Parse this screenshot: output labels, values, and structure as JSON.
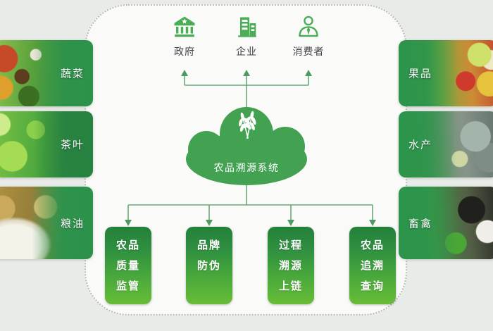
{
  "system": {
    "title": "农品溯源系统",
    "icon": "wheat-icon"
  },
  "stakeholders": [
    {
      "label": "政府",
      "icon": "government-icon"
    },
    {
      "label": "企业",
      "icon": "enterprise-icon"
    },
    {
      "label": "消费者",
      "icon": "consumer-icon"
    }
  ],
  "categories_left": [
    {
      "label": "蔬菜"
    },
    {
      "label": "茶叶"
    },
    {
      "label": "粮油"
    }
  ],
  "categories_right": [
    {
      "label": "果品"
    },
    {
      "label": "水产"
    },
    {
      "label": "畜禽"
    }
  ],
  "modules": [
    {
      "lines": [
        "农品",
        "质量",
        "监管"
      ]
    },
    {
      "lines": [
        "品牌",
        "防伪"
      ]
    },
    {
      "lines": [
        "过程",
        "溯源",
        "上链"
      ]
    },
    {
      "lines": [
        "农品",
        "追溯",
        "查询"
      ]
    }
  ],
  "colors": {
    "accent_green": "#4bad58",
    "cloud_green": "#43a152",
    "connector_green": "#69a77a",
    "arrow_green": "#4f9a62",
    "module_green_top": "#23803a",
    "module_green_bottom": "#67bd36",
    "frame_dot": "#b6bbb8",
    "background": "#e8ebe7",
    "inner_background": "#fafbf9"
  }
}
